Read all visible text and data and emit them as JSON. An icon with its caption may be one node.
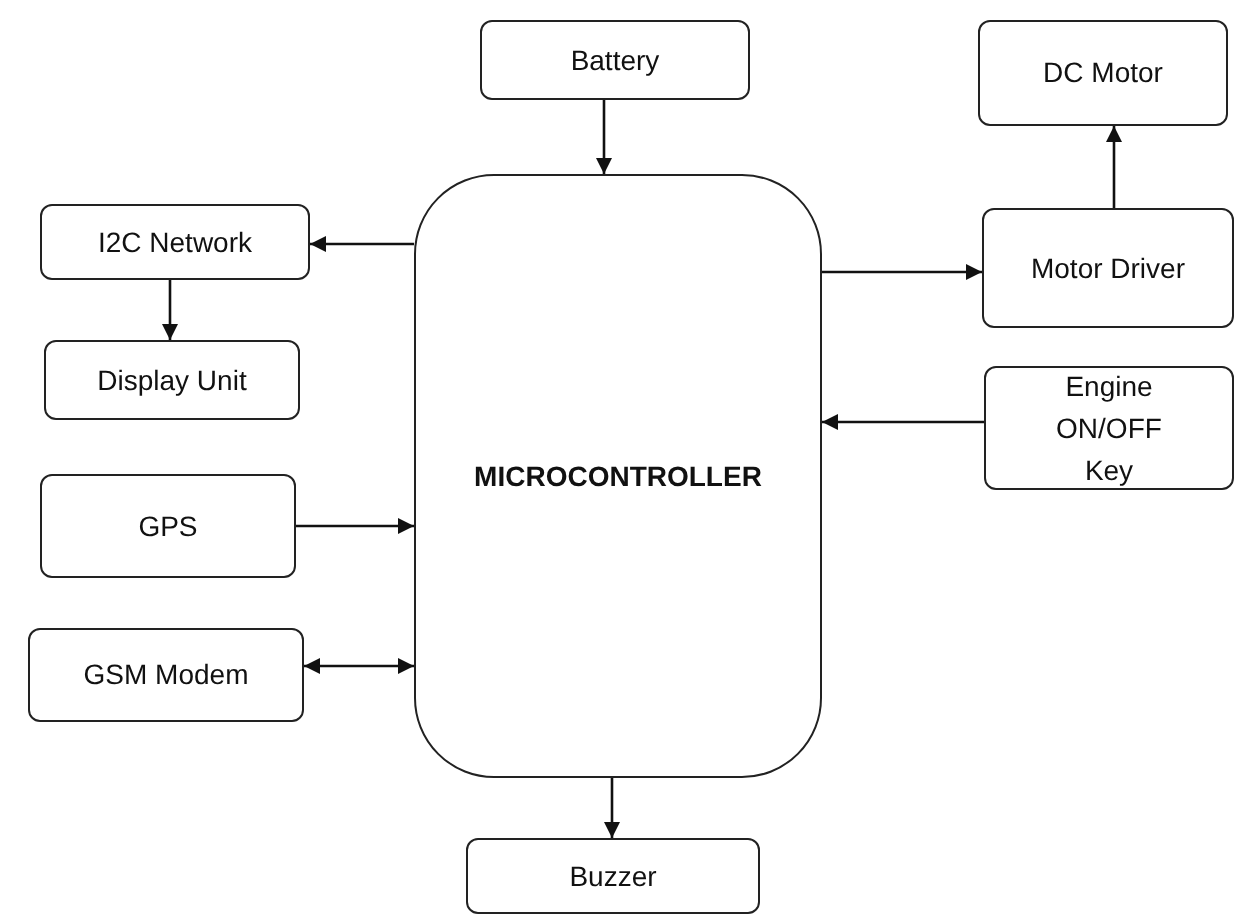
{
  "diagram": {
    "nodes": [
      {
        "text": [
          "Battery"
        ]
      },
      {
        "text": [
          "MICROCONTROLLER"
        ]
      },
      {
        "text": [
          "I2C Network"
        ]
      },
      {
        "text": [
          "Display Unit"
        ]
      },
      {
        "text": [
          "GPS"
        ]
      },
      {
        "text": [
          "GSM Modem"
        ]
      },
      {
        "text": [
          "Motor Driver"
        ]
      },
      {
        "text": [
          "DC Motor"
        ]
      },
      {
        "text": [
          "Engine ON/OFF Key"
        ]
      },
      {
        "text": [
          "Buzzer"
        ]
      }
    ],
    "edges": [
      {
        "from": 0,
        "to": 1,
        "arrow": "to"
      },
      {
        "from": 1,
        "to": 2,
        "arrow": "to"
      },
      {
        "from": 2,
        "to": 3,
        "arrow": "to"
      },
      {
        "from": 4,
        "to": 1,
        "arrow": "to"
      },
      {
        "from": 5,
        "to": 1,
        "arrow": "both"
      },
      {
        "from": 1,
        "to": 9,
        "arrow": "to"
      },
      {
        "from": 1,
        "to": 6,
        "arrow": "to"
      },
      {
        "from": 6,
        "to": 7,
        "arrow": "to"
      },
      {
        "from": 8,
        "to": 1,
        "arrow": "to"
      }
    ]
  }
}
